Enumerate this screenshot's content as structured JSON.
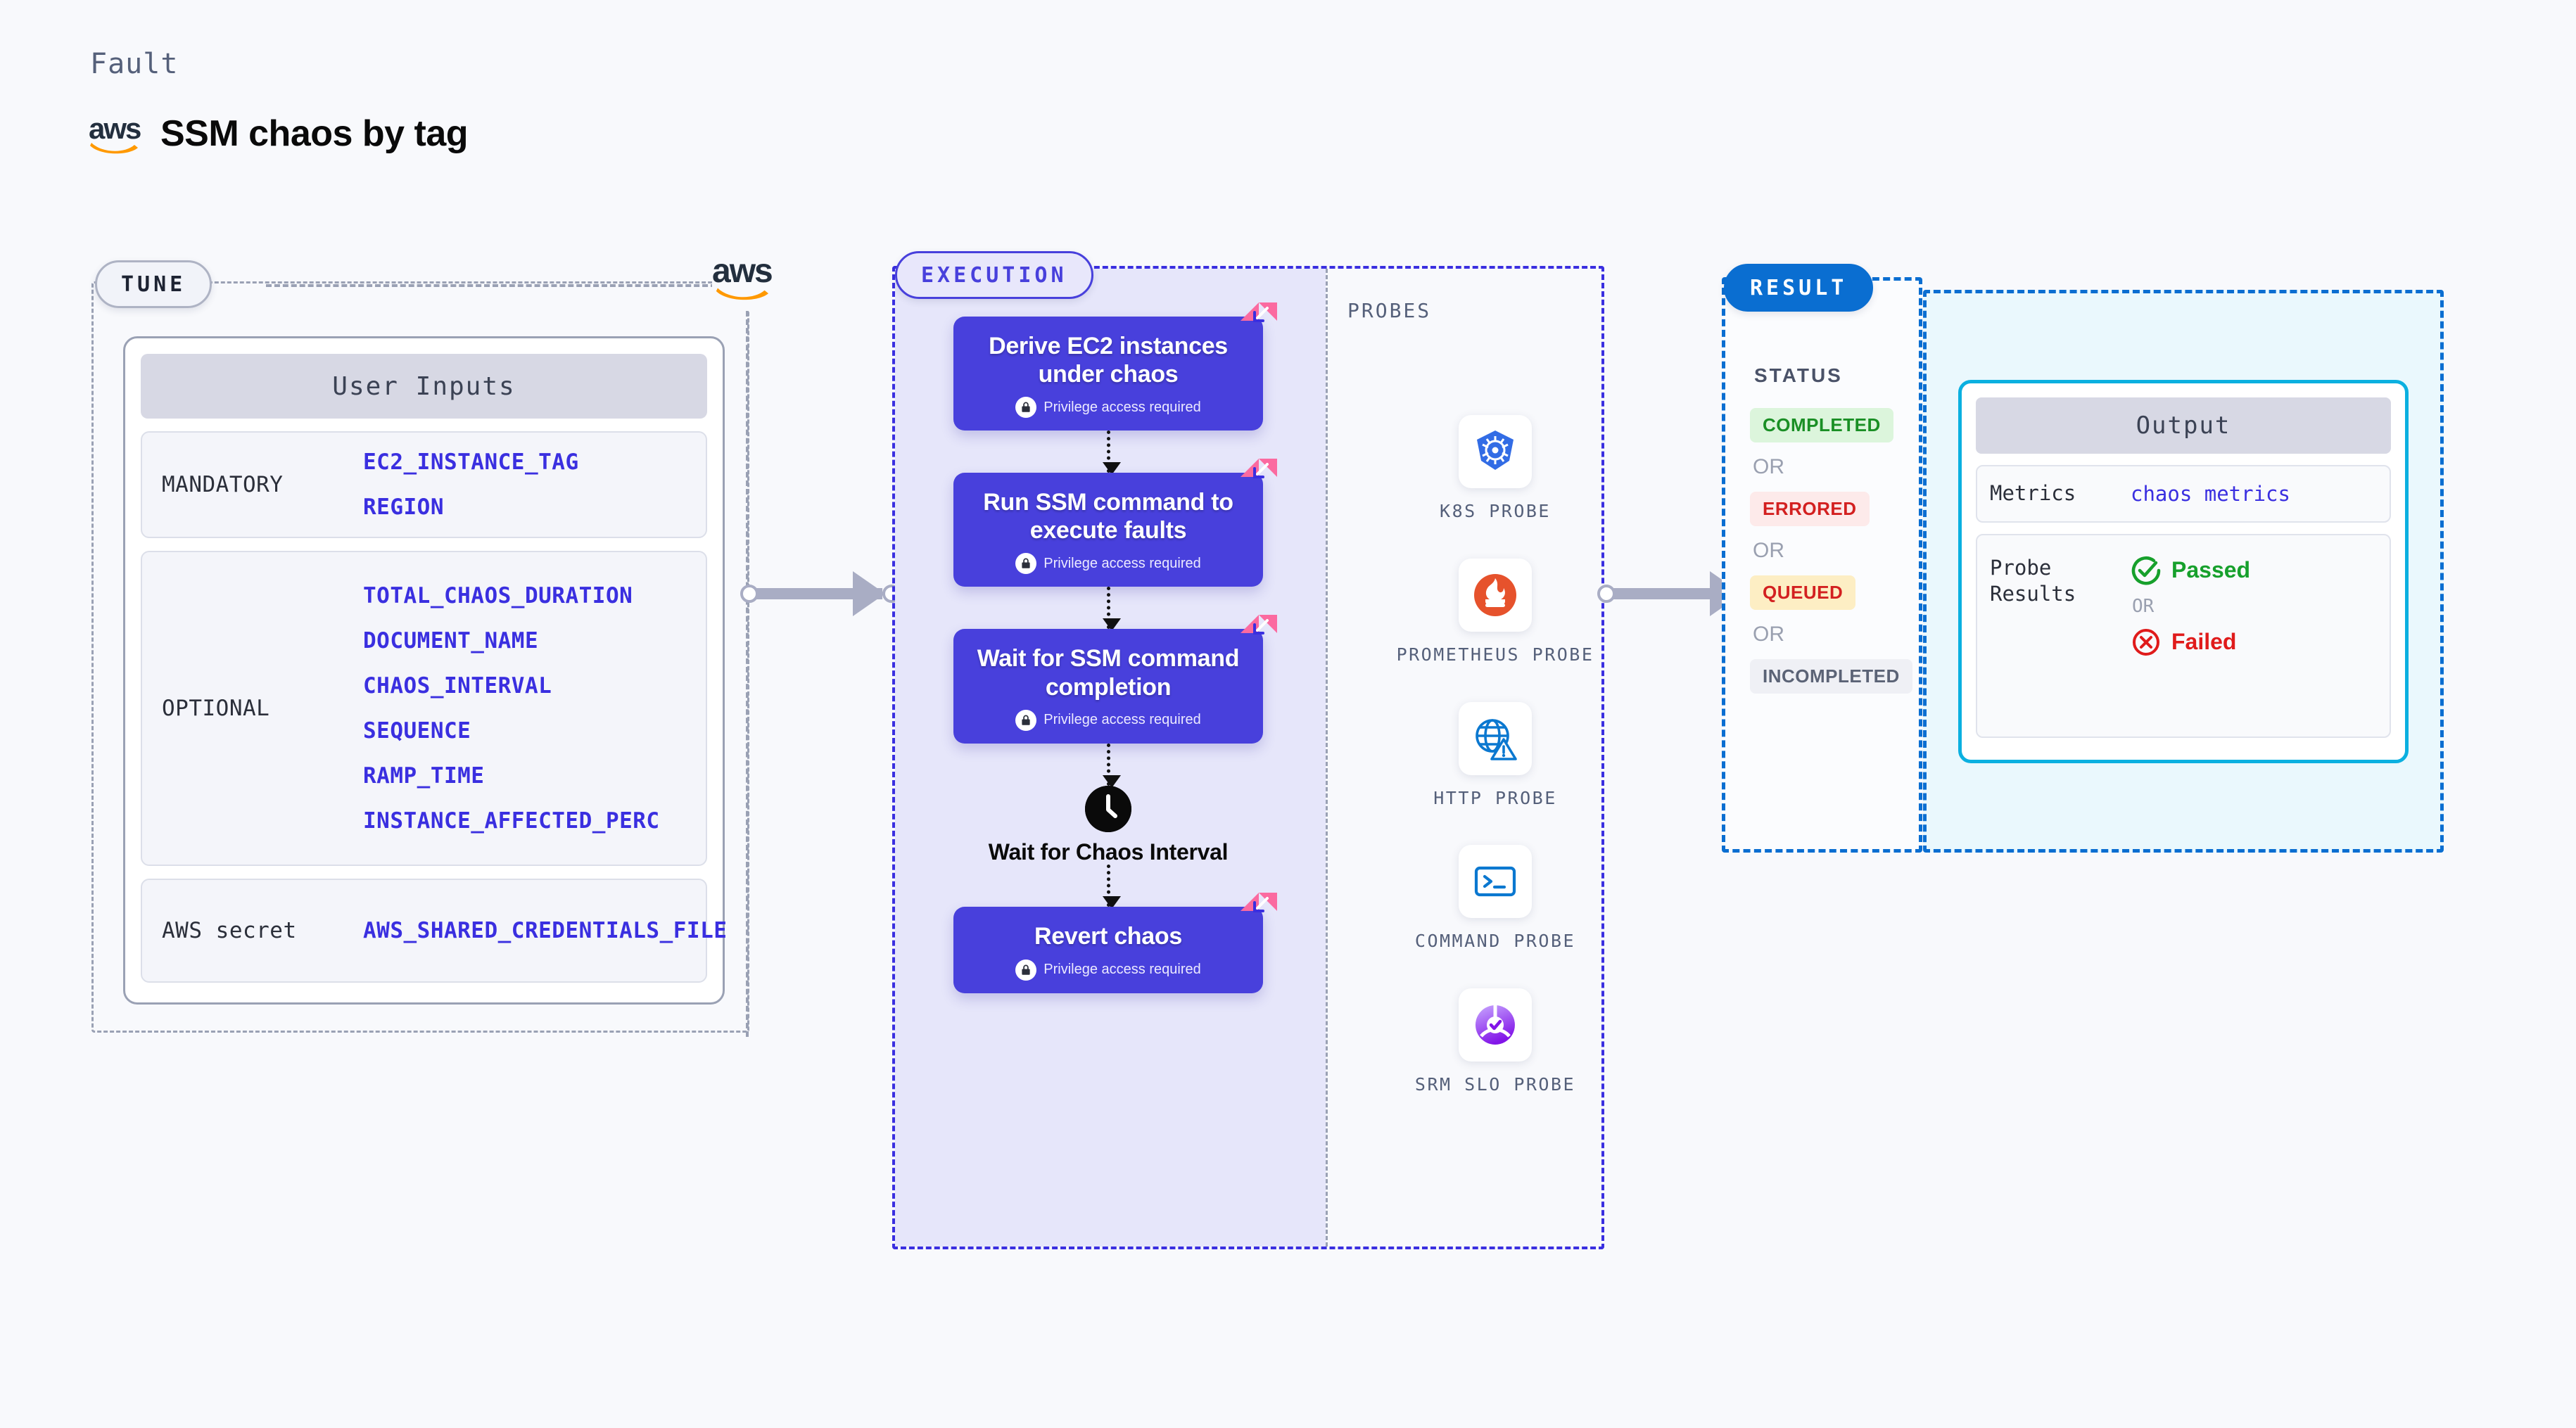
{
  "header": {
    "kicker": "Fault",
    "brand": "aws",
    "title": "SSM chaos by tag"
  },
  "tune": {
    "pill": "TUNE",
    "brand_logo": "aws",
    "card_title": "User Inputs",
    "groups": [
      {
        "label": "MANDATORY",
        "values": [
          "EC2_INSTANCE_TAG",
          "REGION"
        ]
      },
      {
        "label": "OPTIONAL",
        "values": [
          "TOTAL_CHAOS_DURATION",
          "DOCUMENT_NAME",
          "CHAOS_INTERVAL",
          "SEQUENCE",
          "RAMP_TIME",
          "INSTANCE_AFFECTED_PERC"
        ]
      },
      {
        "label": "AWS secret",
        "values": [
          "AWS_SHARED_CREDENTIALS_FILE"
        ]
      }
    ]
  },
  "execution": {
    "pill": "EXECUTION",
    "privilege_text": "Privilege access required",
    "steps": [
      {
        "title": "Derive EC2 instances under chaos",
        "privileged": true,
        "badge": "litmus-badge"
      },
      {
        "title": "Run SSM command to execute faults",
        "privileged": true,
        "badge": "litmus-badge"
      },
      {
        "title": "Wait for SSM command completion",
        "privileged": true,
        "badge": "litmus-badge"
      },
      {
        "title": "Revert chaos",
        "privileged": true,
        "badge": "litmus-badge"
      }
    ],
    "wait_node": {
      "label": "Wait for Chaos Interval",
      "icon": "clock-icon"
    }
  },
  "probes": {
    "label": "PROBES",
    "items": [
      {
        "name": "K8S PROBE",
        "icon": "kubernetes-icon"
      },
      {
        "name": "PROMETHEUS PROBE",
        "icon": "prometheus-icon"
      },
      {
        "name": "HTTP PROBE",
        "icon": "http-globe-icon"
      },
      {
        "name": "COMMAND PROBE",
        "icon": "terminal-icon"
      },
      {
        "name": "SRM SLO PROBE",
        "icon": "srm-slo-icon"
      }
    ]
  },
  "result": {
    "pill": "RESULT",
    "status_label": "STATUS",
    "or_label": "OR",
    "statuses": [
      {
        "text": "COMPLETED",
        "fg": "#1a8f25",
        "bg": "#dcf5dc"
      },
      {
        "text": "ERRORED",
        "fg": "#d32020",
        "bg": "#fdeaea"
      },
      {
        "text": "QUEUED",
        "fg": "#d32020",
        "bg": "#fdeec4"
      },
      {
        "text": "INCOMPLETED",
        "fg": "#5b6376",
        "bg": "#eff0f5"
      }
    ],
    "output": {
      "title": "Output",
      "metrics_key": "Metrics",
      "metrics_value": "chaos metrics",
      "probe_key": "Probe Results",
      "passed": "Passed",
      "failed": "Failed",
      "or_label": "OR"
    }
  },
  "colors": {
    "indigo": "#4840dc",
    "pink": "#fb6aa0",
    "result_blue": "#0a6ed1",
    "output_cyan": "#0bb0e0",
    "aws_orange": "#ff9900",
    "mono_blue": "#3a2fe0"
  }
}
